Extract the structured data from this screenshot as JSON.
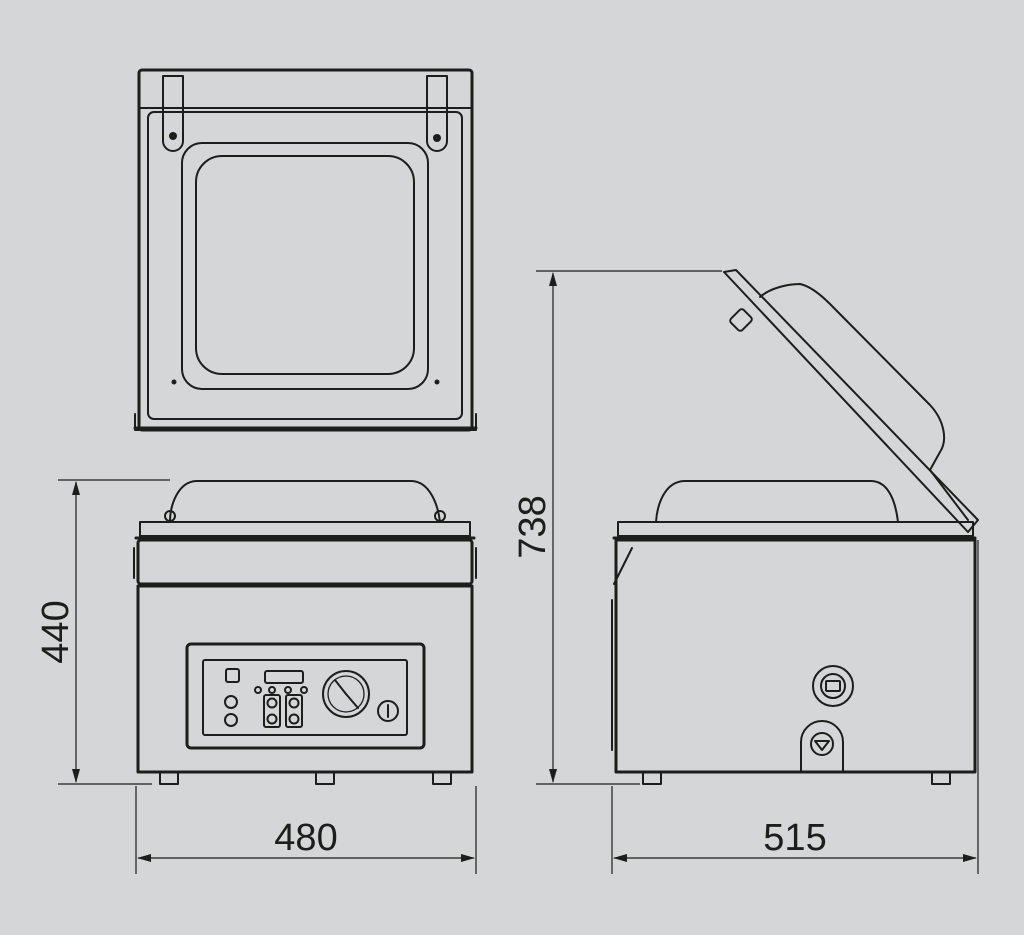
{
  "dimensions": {
    "front_width": "480",
    "front_height": "440",
    "side_depth": "515",
    "side_height_open": "738"
  },
  "colors": {
    "background": "#d4d6d7",
    "line": "#1d1d1b"
  }
}
